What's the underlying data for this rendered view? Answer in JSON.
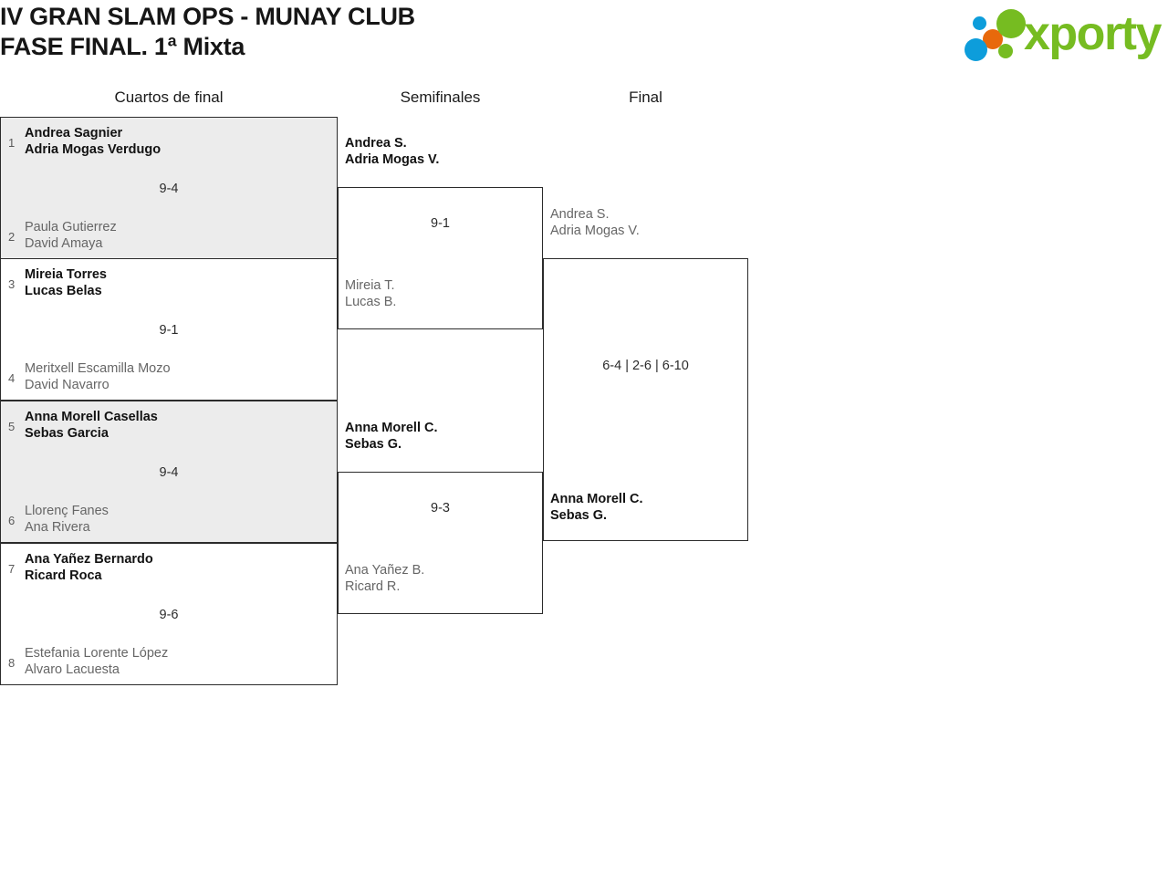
{
  "header": {
    "title": "IV GRAN SLAM OPS - MUNAY CLUB\nFASE FINAL. 1ª Mixta",
    "logo_text": "xporty",
    "logo_colors": {
      "green": "#76bc21",
      "blue": "#0d9ddb",
      "orange": "#e8690b"
    }
  },
  "rounds": [
    {
      "label": "Cuartos de final"
    },
    {
      "label": "Semifinales"
    },
    {
      "label": "Final"
    }
  ],
  "bracket": {
    "quarterfinals": [
      {
        "score": "9-4",
        "top": {
          "seed": "1",
          "p1": "Andrea Sagnier",
          "p2": "Adria Mogas Verdugo",
          "result": "winner"
        },
        "bottom": {
          "seed": "2",
          "p1": "Paula Gutierrez",
          "p2": "David Amaya",
          "result": "loser"
        }
      },
      {
        "score": "9-1",
        "top": {
          "seed": "3",
          "p1": "Mireia Torres",
          "p2": "Lucas Belas",
          "result": "winner"
        },
        "bottom": {
          "seed": "4",
          "p1": "Meritxell Escamilla Mozo",
          "p2": "David Navarro",
          "result": "loser"
        }
      },
      {
        "score": "9-4",
        "top": {
          "seed": "5",
          "p1": "Anna Morell Casellas",
          "p2": "Sebas Garcia",
          "result": "winner"
        },
        "bottom": {
          "seed": "6",
          "p1": "Llorenç Fanes",
          "p2": "Ana Rivera",
          "result": "loser"
        }
      },
      {
        "score": "9-6",
        "top": {
          "seed": "7",
          "p1": "Ana Yañez Bernardo",
          "p2": "Ricard Roca",
          "result": "winner"
        },
        "bottom": {
          "seed": "8",
          "p1": "Estefania Lorente López",
          "p2": "Alvaro Lacuesta",
          "result": "loser"
        }
      }
    ],
    "semifinals": [
      {
        "score": "9-1",
        "top": {
          "p1": "Andrea S.",
          "p2": "Adria Mogas V.",
          "result": "winner"
        },
        "bottom": {
          "p1": "Mireia T.",
          "p2": "Lucas B.",
          "result": "loser"
        }
      },
      {
        "score": "9-3",
        "top": {
          "p1": "Anna Morell C.",
          "p2": "Sebas G.",
          "result": "winner"
        },
        "bottom": {
          "p1": "Ana Yañez B.",
          "p2": "Ricard R.",
          "result": "loser"
        }
      }
    ],
    "final": {
      "score": "6-4 | 2-6 | 6-10",
      "top": {
        "p1": "Andrea S.",
        "p2": "Adria Mogas V.",
        "result": "loser"
      },
      "bottom": {
        "p1": "Anna Morell C.",
        "p2": "Sebas G.",
        "result": "winner"
      }
    }
  }
}
